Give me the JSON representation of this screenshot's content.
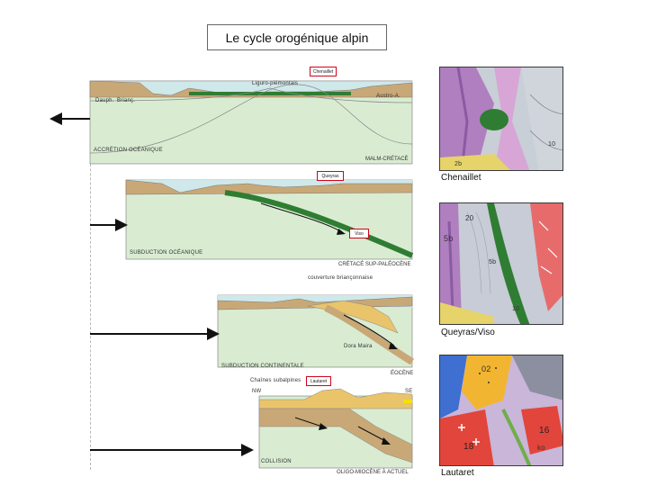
{
  "title": "Le cycle orogénique alpin",
  "stages": [
    {
      "process": "ACCRÉTION OCÉANIQUE",
      "era": "MALM-CRÉTACÉ",
      "labels": {
        "ocean": "Liguro-piémontais",
        "left1": "Dauph.",
        "left2": "Brianç.",
        "right": "Austro-A."
      },
      "highlight": "Chenaillet"
    },
    {
      "process": "SUBDUCTION OCÉANIQUE",
      "era": "CRÉTACÉ SUP-PALÉOCÈNE",
      "highlight1": "Queyras",
      "highlight2": "Viso"
    },
    {
      "process": "SUBDUCTION CONTINENTALE",
      "era": "ÉOCÈNE",
      "label_cover": "couverture briançonnaise",
      "label_dora": "Dora Maira"
    },
    {
      "process": "COLLISION",
      "era": "OLIGO-MIOCÈNE À ACTUEL",
      "label_chains": "Chaînes subalpines",
      "highlight": "Lautaret",
      "nw": "NW",
      "se": "SE"
    }
  ],
  "maps": [
    {
      "caption": "Chenaillet",
      "labels": [
        "2b",
        "10"
      ]
    },
    {
      "caption": "Queyras/Viso",
      "labels": [
        "20",
        "5b",
        "5b",
        "10"
      ]
    },
    {
      "caption": "Lautaret",
      "labels": [
        "02",
        "16",
        "18",
        "ko"
      ]
    }
  ],
  "colors": {
    "green_oceanic": "#2f7d32",
    "green_mantle": "#d9ecd2",
    "tan_crust": "#c9a877",
    "sea": "#cfe8ea",
    "highlight_red": "#d0021b",
    "arrow": "#111111"
  }
}
